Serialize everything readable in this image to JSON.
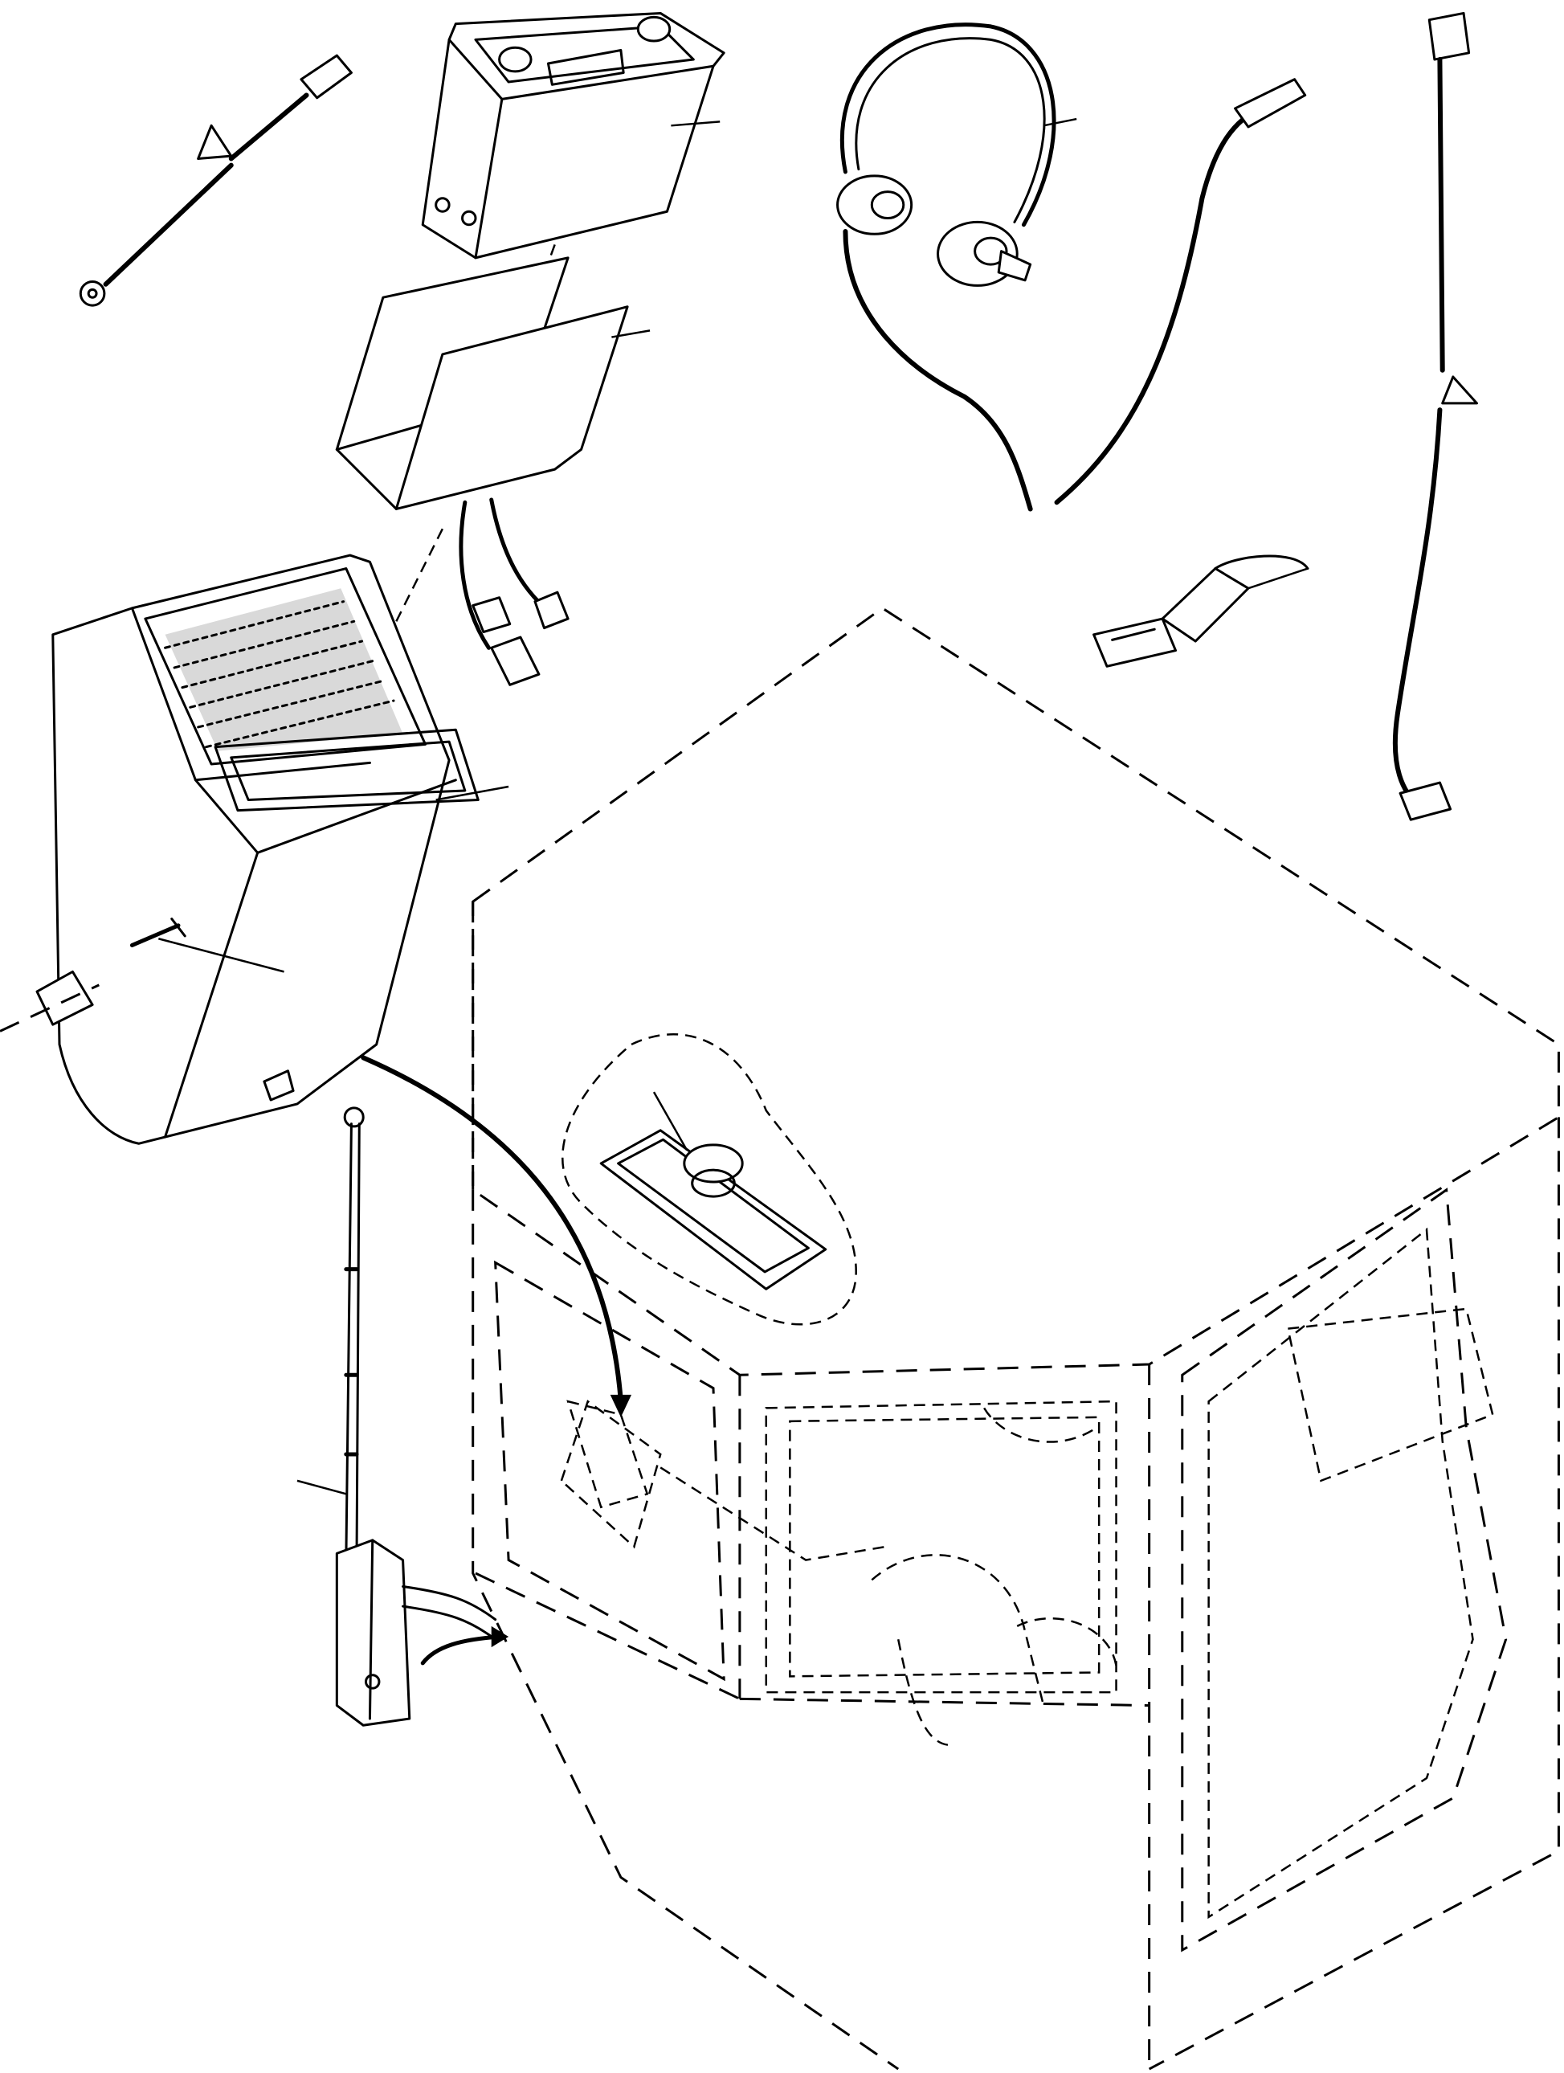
{
  "figure": {
    "type": "exploded parts illustration",
    "labels_printed": [],
    "colors": {
      "ink": "#000000",
      "paper": "#ffffff"
    }
  },
  "parts": [
    {
      "id": "ground-lead",
      "icon": "cable-with-ring-terminal"
    },
    {
      "id": "radio-unit",
      "icon": "radio-receiver"
    },
    {
      "id": "mounting-bracket",
      "icon": "sheet-metal-bracket"
    },
    {
      "id": "radio-console",
      "icon": "console-housing-with-speaker-grille"
    },
    {
      "id": "console-screw",
      "icon": "screw"
    },
    {
      "id": "console-clip",
      "icon": "clip"
    },
    {
      "id": "headphones",
      "icon": "headset"
    },
    {
      "id": "power-lead",
      "icon": "cable-with-connector"
    },
    {
      "id": "flat-connector",
      "icon": "spade-connector"
    },
    {
      "id": "roof-speaker",
      "icon": "oval-speaker"
    },
    {
      "id": "antenna",
      "icon": "telescopic-antenna"
    },
    {
      "id": "cab",
      "icon": "operator-cab-phantom-outline"
    }
  ]
}
